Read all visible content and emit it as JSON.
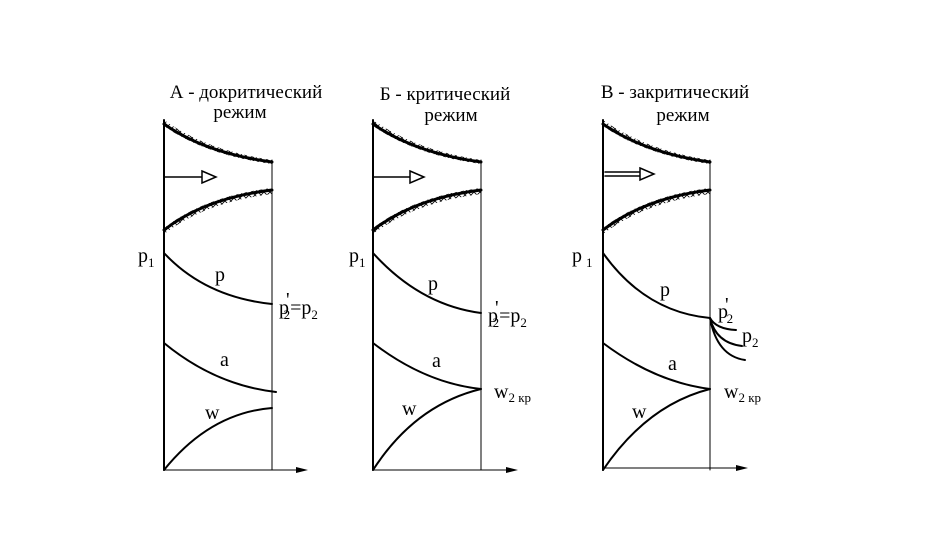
{
  "panels": [
    {
      "id": "A",
      "title_line1": "А - докритический",
      "title_line2": "режим",
      "p1_main": "p",
      "p1_sub": "1",
      "p_label": "p",
      "a_label": "a",
      "w_label": "w",
      "outlet_label": {
        "main": "p",
        "prime": "'",
        "sub": "2",
        "eq": "=p",
        "sub2": "2"
      }
    },
    {
      "id": "B",
      "title_line1": "Б - критический",
      "title_line2": "режим",
      "p1_main": "p",
      "p1_sub": "1",
      "p_label": "p",
      "a_label": "a",
      "w_label": "w",
      "outlet_label": {
        "main": "p",
        "prime": "'",
        "sub": "2",
        "eq": "=p",
        "sub2": "2"
      },
      "w2_label": {
        "main": "w",
        "sub": "2 кр"
      }
    },
    {
      "id": "C",
      "title_line1": "В - закритический",
      "title_line2": "режим",
      "p1_main": "p",
      "p1_sub": "1",
      "p_label": "p",
      "a_label": "a",
      "w_label": "w",
      "p2prime_label": {
        "main": "p",
        "prime": "'",
        "sub": "2"
      },
      "p2_label": {
        "main": "p",
        "sub": "2"
      },
      "w2_label": {
        "main": "w",
        "sub": "2 кр"
      }
    }
  ],
  "colors": {
    "line": "#000000",
    "background": "#ffffff"
  }
}
